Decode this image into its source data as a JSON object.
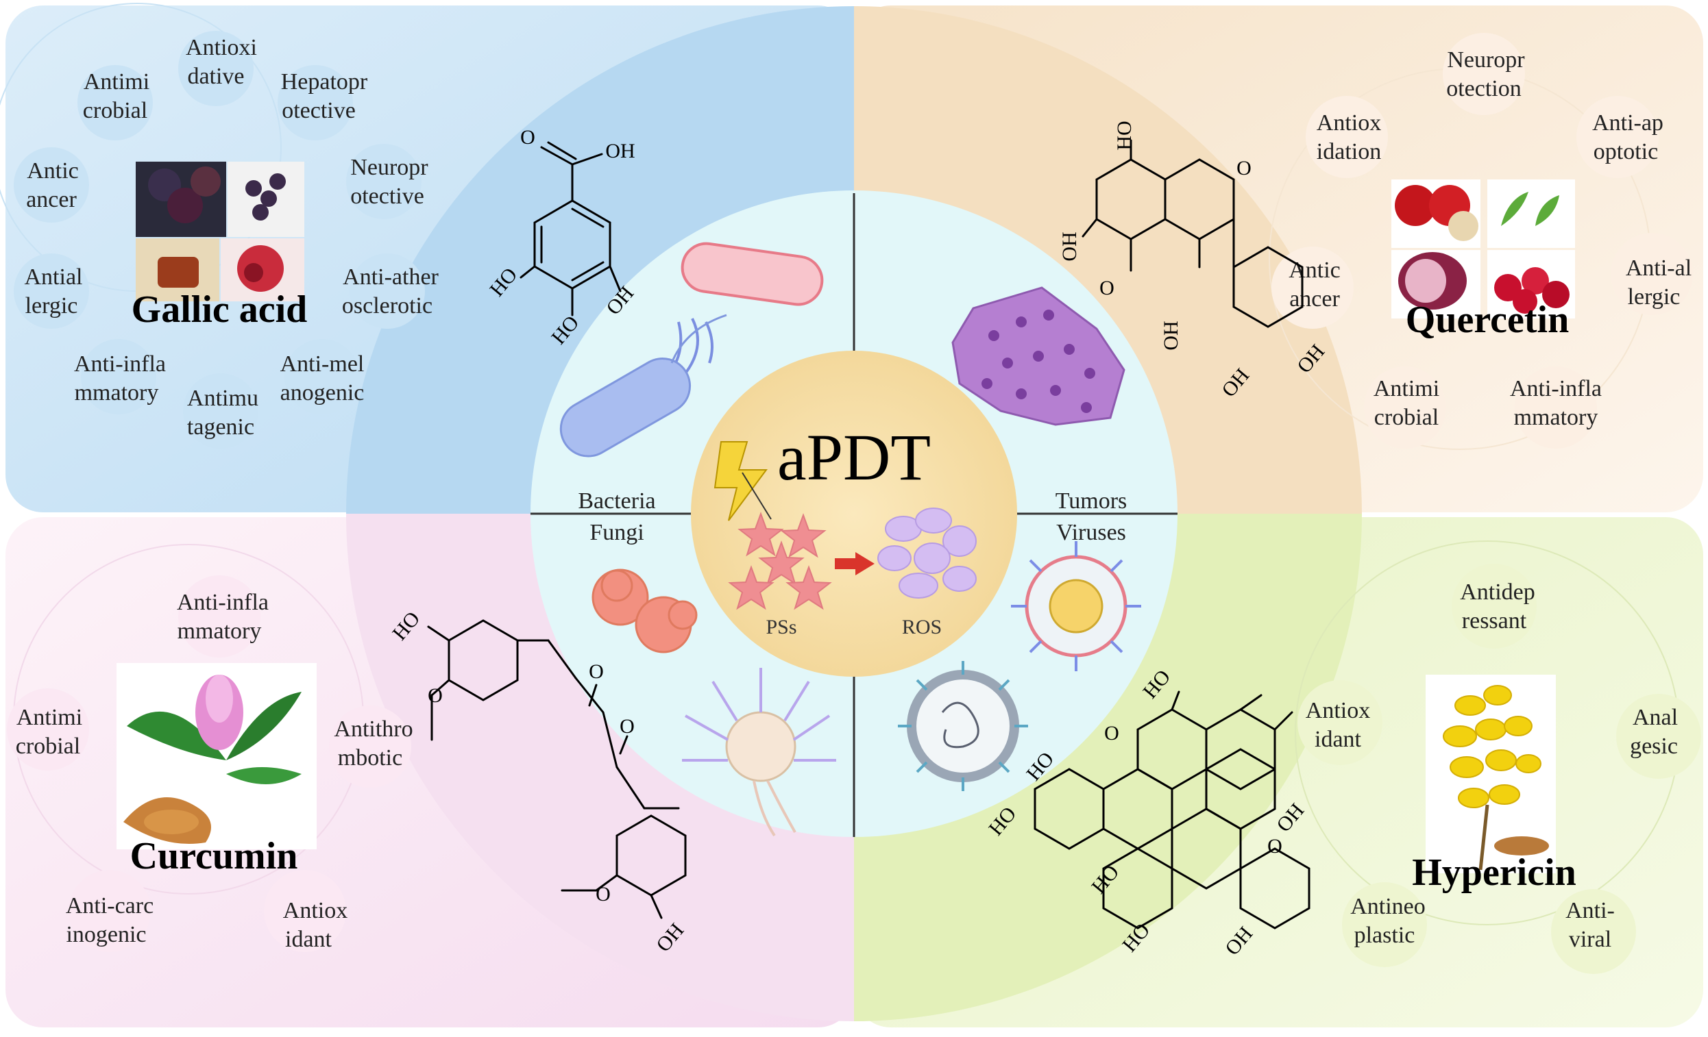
{
  "center": {
    "title": "aPDT",
    "ps_label": "PSs",
    "ros_label": "ROS",
    "left_categories": [
      "Bacteria",
      "Fungi"
    ],
    "right_categories": [
      "Tumors",
      "Viruses"
    ]
  },
  "compounds": {
    "gallic_acid": {
      "name": "Gallic acid",
      "properties": [
        [
          "Antioxi",
          "dative"
        ],
        [
          "Hepatopr",
          "otective"
        ],
        [
          "Neuropr",
          "otective"
        ],
        [
          "Anti-ather",
          "osclerotic"
        ],
        [
          "Anti-mel",
          "anogenic"
        ],
        [
          "Antimu",
          "tagenic"
        ],
        [
          "Anti-infla",
          "mmatory"
        ],
        [
          "Antial",
          "lergic"
        ],
        [
          "Antic",
          "ancer"
        ],
        [
          "Antimi",
          "crobial"
        ]
      ],
      "atoms": [
        "O",
        "OH",
        "HO",
        "OH",
        "HO"
      ]
    },
    "quercetin": {
      "name": "Quercetin",
      "properties": [
        [
          "Neuropr",
          "otection"
        ],
        [
          "Anti-ap",
          "optotic"
        ],
        [
          "Anti-al",
          "lergic"
        ],
        [
          "Anti-infla",
          "mmatory"
        ],
        [
          "Antimi",
          "crobial"
        ],
        [
          "Antic",
          "ancer"
        ],
        [
          "Antiox",
          "idation"
        ]
      ],
      "atoms": [
        "HO",
        "OH",
        "O",
        "O",
        "OH",
        "OH",
        "OH"
      ]
    },
    "curcumin": {
      "name": "Curcumin",
      "properties": [
        [
          "Anti-infla",
          "mmatory"
        ],
        [
          "Antithro",
          "mbotic"
        ],
        [
          "Antiox",
          "idant"
        ],
        [
          "Anti-carc",
          "inogenic"
        ],
        [
          "Antimi",
          "crobial"
        ]
      ],
      "atoms": [
        "HO",
        "O",
        "O",
        "O",
        "O",
        "OH"
      ]
    },
    "hypericin": {
      "name": "Hypericin",
      "properties": [
        [
          "Antidep",
          "ressant"
        ],
        [
          "Anal",
          "gesic"
        ],
        [
          "Anti-",
          "viral"
        ],
        [
          "Antineo",
          "plastic"
        ],
        [
          "Antiox",
          "idant"
        ]
      ],
      "atoms": [
        "HO",
        "O",
        "HO",
        "HO",
        "OH",
        "O",
        "HO",
        "HO",
        "OH"
      ]
    }
  },
  "colors": {
    "gallic_panel": "#cfe6f7",
    "quercetin_panel": "#fbeedd",
    "curcumin_panel": "#fbeaf4",
    "hypericin_panel": "#eef5d3",
    "inner_ring": "#e2f7f9",
    "center_disc": "#f8e0a8",
    "bacteria": "#9fb4ee",
    "tumor": "#b57fd1",
    "fungi": "#f08a7a",
    "ps_star": "#ef8e92",
    "ros": "#cdb2ef",
    "arrow": "#d9342b"
  }
}
